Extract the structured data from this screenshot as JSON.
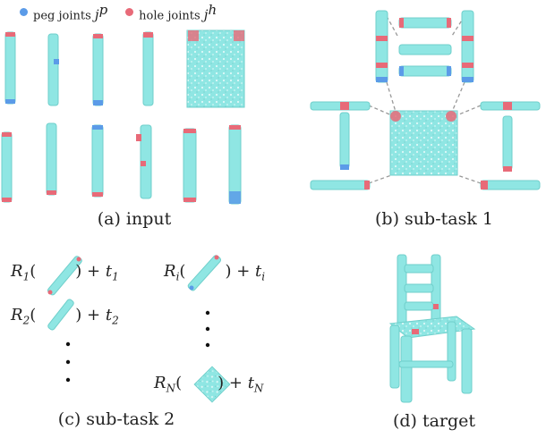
{
  "legend": {
    "peg_label": "peg joints",
    "peg_symbol": "j",
    "peg_sup": "p",
    "hole_label": "hole joints",
    "hole_symbol": "j",
    "hole_sup": "h",
    "peg_color": "#5b9be8",
    "hole_color": "#e86a78"
  },
  "colors": {
    "part": "#8fe6e3",
    "part_edge": "#6fcfcb",
    "dash": "#999999"
  },
  "captions": {
    "input": "(a) input",
    "subtask1": "(b) sub-task 1",
    "subtask2": "(c) sub-task 2",
    "target": "(d) target"
  },
  "subtask2": {
    "r1": "R",
    "r1_sub": "1",
    "t1": "t",
    "t1_sub": "1",
    "r2": "R",
    "r2_sub": "2",
    "t2": "t",
    "t2_sub": "2",
    "ri": "R",
    "ri_sub": "i",
    "ti": "t",
    "ti_sub": "i",
    "rn": "R",
    "rn_sub": "N",
    "tn": "t",
    "tn_sub": "N",
    "plus": "+"
  }
}
